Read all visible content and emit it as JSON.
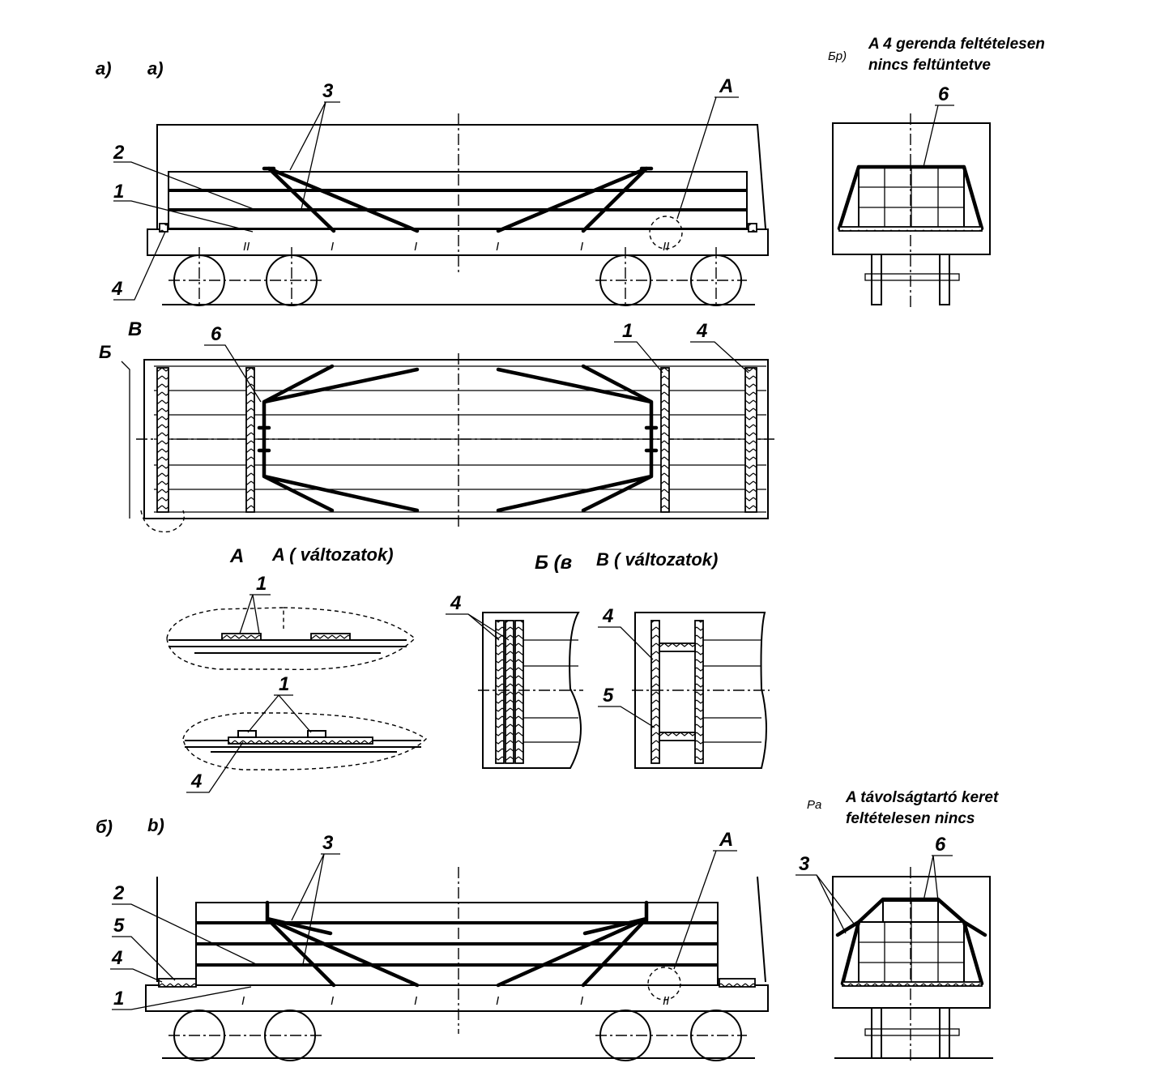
{
  "labels": {
    "view_a_cyr": "а)",
    "view_a": "a)",
    "view_b_cyr": "б)",
    "view_b": "b)",
    "ba_cyr": "Бр)",
    "ba_note_line1": "A 4 gerenda feltételesen",
    "ba_note_line2": "nincs feltüntetve",
    "view_B": "B",
    "view_B_cyr": "Б",
    "detail_A": "A",
    "detail_A_title": "A ( változatok)",
    "detail_B_cyr": "Б (в",
    "detail_B_title": "B ( változatok)",
    "ra_cyr": "Ра",
    "ra_note_line1": "A távolságtartó keret",
    "ra_note_line2": "feltételesen nincs",
    "pos1": "1",
    "pos2": "2",
    "pos3": "3",
    "pos4": "4",
    "pos5": "5",
    "pos6": "6",
    "sym_A": "A",
    "sym_I": "I",
    "sym_II": "II"
  }
}
